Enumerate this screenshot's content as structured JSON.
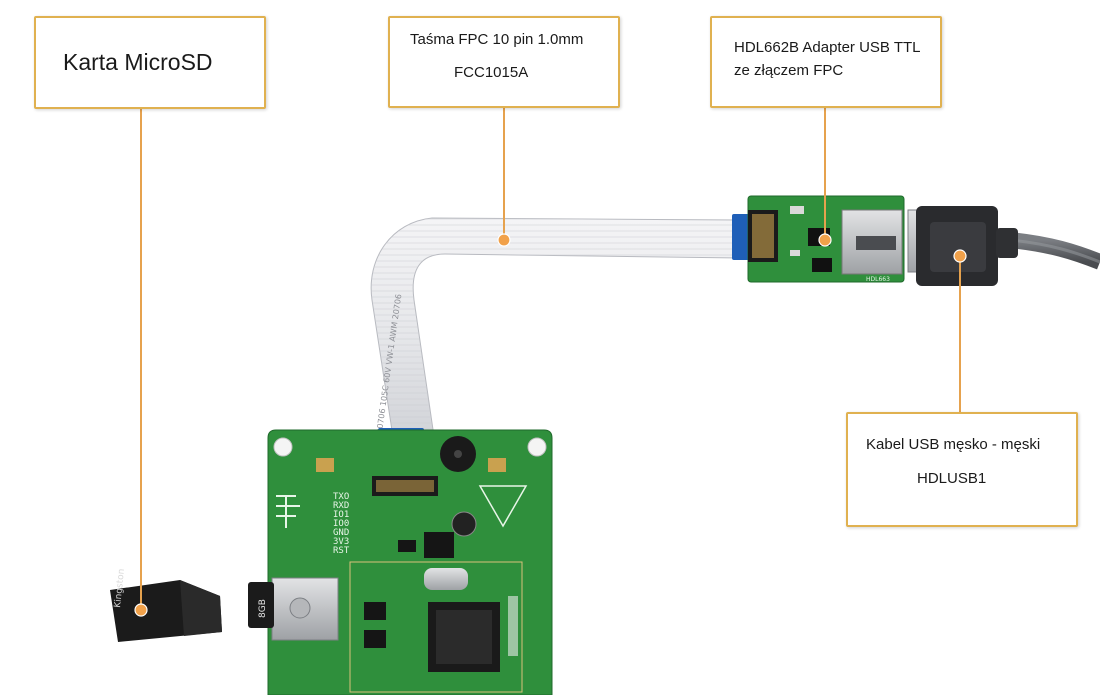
{
  "callouts": {
    "microsd": {
      "line1": "Karta MicroSD"
    },
    "fpc_cable": {
      "line1": "Taśma FPC 10 pin 1.0mm",
      "line2": "FCC1015A"
    },
    "adapter": {
      "line1": "HDL662B Adapter USB TTL",
      "line2": "ze złączem FPC"
    },
    "usb_cable": {
      "line1": "Kabel USB męsko - męski",
      "line2": "HDLUSB1"
    }
  },
  "photo": {
    "board_pins": [
      "TXO",
      "RXD",
      "IO1",
      "IO0",
      "GND",
      "3V3",
      "RST"
    ],
    "sd_card_brand": "Kingston",
    "sd_card_size": "8GB",
    "adapter_pcb_label": "HDL663"
  },
  "colors": {
    "callout_border": "#e0b150",
    "marker_fill": "#f1a14a",
    "pcb_green": "#2f8f3c",
    "fpc_connector_blue": "#1f5fb8"
  }
}
